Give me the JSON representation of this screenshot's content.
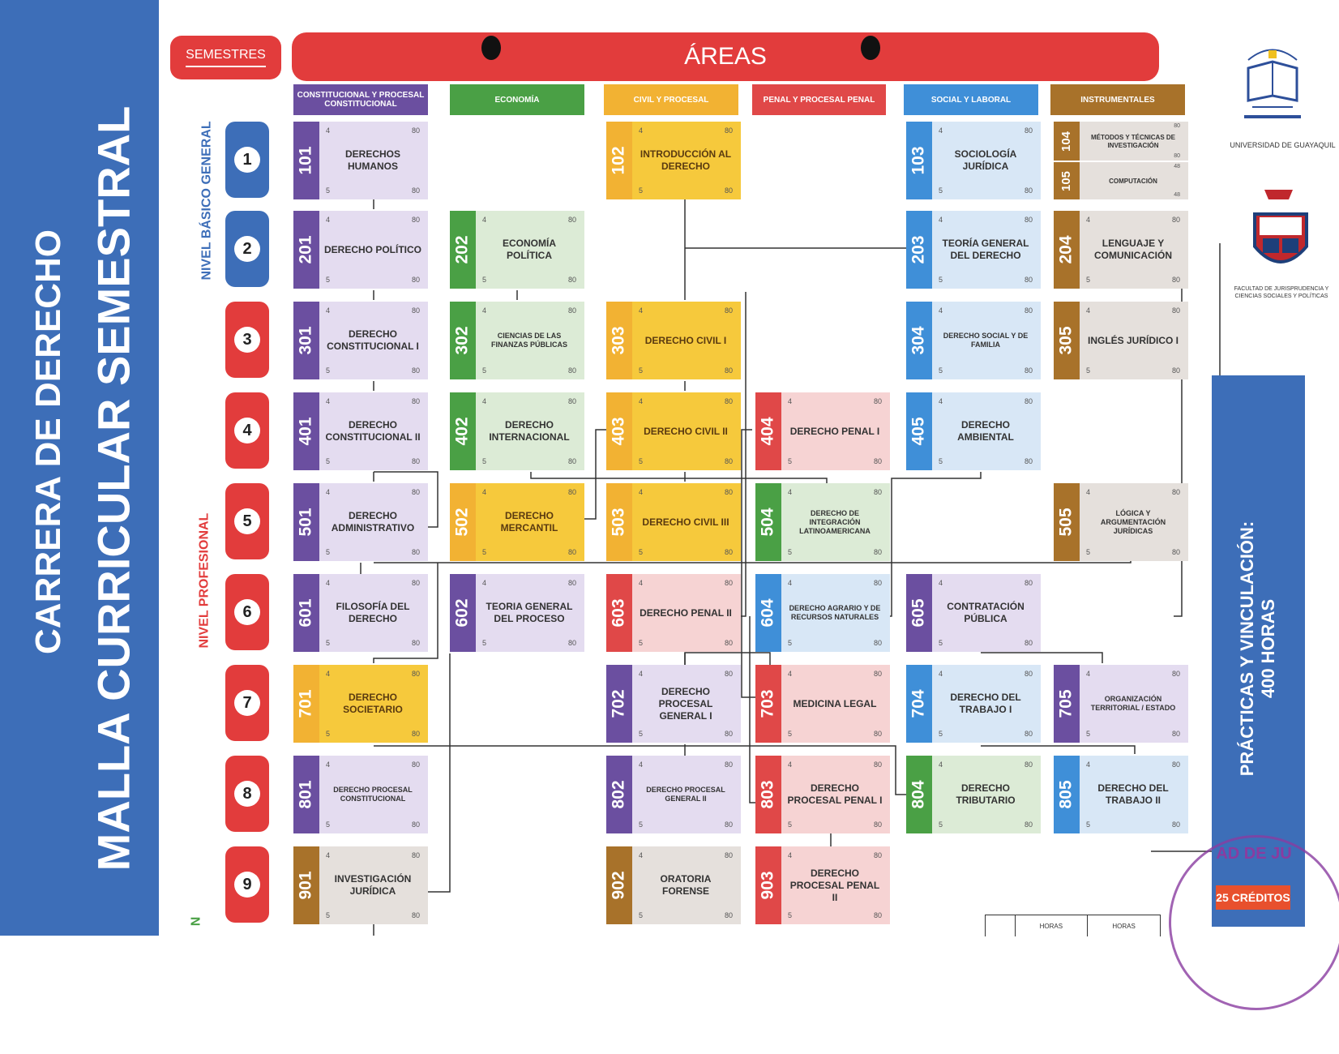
{
  "side": {
    "line1": "CARRERA DE DERECHO",
    "line2": "MALLA CURRICULAR SEMESTRAL"
  },
  "header": {
    "semestres": "SEMESTRES",
    "areas": "ÁREAS"
  },
  "areas": [
    {
      "label": "CONSTITUCIONAL Y PROCESAL CONSTITUCIONAL",
      "color": "#6b4fa0"
    },
    {
      "label": "ECONOMÍA",
      "color": "#4aa045"
    },
    {
      "label": "CIVIL Y PROCESAL",
      "color": "#f2b233"
    },
    {
      "label": "PENAL Y PROCESAL PENAL",
      "color": "#e04848"
    },
    {
      "label": "SOCIAL Y LABORAL",
      "color": "#3f8fd8"
    },
    {
      "label": "INSTRUMENTALES",
      "color": "#a8722a"
    }
  ],
  "semesters": [
    "1",
    "2",
    "3",
    "4",
    "5",
    "6",
    "7",
    "8",
    "9"
  ],
  "levels": {
    "basic": "NIVEL BÁSICO GENERAL",
    "professional": "NIVEL PROFESIONAL",
    "cut": "N"
  },
  "courses": [
    {
      "code": "101",
      "name": "DERECHOS HUMANOS",
      "tl": "4",
      "tr": "80",
      "bl": "5",
      "br": "80"
    },
    {
      "code": "102",
      "name": "INTRODUCCIÓN AL DERECHO",
      "tl": "4",
      "tr": "80",
      "bl": "5",
      "br": "80"
    },
    {
      "code": "103",
      "name": "SOCIOLOGÍA JURÍDICA",
      "tl": "4",
      "tr": "80",
      "bl": "5",
      "br": "80"
    },
    {
      "code": "104",
      "name": "MÉTODOS Y TÉCNICAS DE INVESTIGACIÓN",
      "tl": "",
      "tr": "80",
      "bl": "",
      "br": "80"
    },
    {
      "code": "105",
      "name": "COMPUTACIÓN",
      "tl": "",
      "tr": "48",
      "bl": "",
      "br": "48"
    },
    {
      "code": "201",
      "name": "DERECHO POLÍTICO",
      "tl": "4",
      "tr": "80",
      "bl": "5",
      "br": "80"
    },
    {
      "code": "202",
      "name": "ECONOMÍA POLÍTICA",
      "tl": "4",
      "tr": "80",
      "bl": "5",
      "br": "80"
    },
    {
      "code": "203",
      "name": "TEORÍA GENERAL DEL DERECHO",
      "tl": "4",
      "tr": "80",
      "bl": "5",
      "br": "80"
    },
    {
      "code": "204",
      "name": "LENGUAJE Y COMUNICACIÓN",
      "tl": "4",
      "tr": "80",
      "bl": "5",
      "br": "80"
    },
    {
      "code": "301",
      "name": "DERECHO CONSTITUCIONAL I",
      "tl": "4",
      "tr": "80",
      "bl": "5",
      "br": "80"
    },
    {
      "code": "302",
      "name": "CIENCIAS DE LAS FINANZAS PÚBLICAS",
      "tl": "4",
      "tr": "80",
      "bl": "5",
      "br": "80"
    },
    {
      "code": "303",
      "name": "DERECHO CIVIL I",
      "tl": "4",
      "tr": "80",
      "bl": "5",
      "br": "80"
    },
    {
      "code": "304",
      "name": "DERECHO SOCIAL Y DE FAMILIA",
      "tl": "4",
      "tr": "80",
      "bl": "5",
      "br": "80"
    },
    {
      "code": "305",
      "name": "INGLÉS JURÍDICO I",
      "tl": "4",
      "tr": "80",
      "bl": "5",
      "br": "80"
    },
    {
      "code": "401",
      "name": "DERECHO CONSTITUCIONAL II",
      "tl": "4",
      "tr": "80",
      "bl": "5",
      "br": "80"
    },
    {
      "code": "402",
      "name": "DERECHO INTERNACIONAL",
      "tl": "4",
      "tr": "80",
      "bl": "5",
      "br": "80"
    },
    {
      "code": "403",
      "name": "DERECHO CIVIL II",
      "tl": "4",
      "tr": "80",
      "bl": "5",
      "br": "80"
    },
    {
      "code": "404",
      "name": "DERECHO PENAL I",
      "tl": "4",
      "tr": "80",
      "bl": "5",
      "br": "80"
    },
    {
      "code": "405",
      "name": "DERECHO AMBIENTAL",
      "tl": "4",
      "tr": "80",
      "bl": "5",
      "br": "80"
    },
    {
      "code": "501",
      "name": "DERECHO ADMINISTRATIVO",
      "tl": "4",
      "tr": "80",
      "bl": "5",
      "br": "80"
    },
    {
      "code": "502",
      "name": "DERECHO MERCANTIL",
      "tl": "4",
      "tr": "80",
      "bl": "5",
      "br": "80"
    },
    {
      "code": "503",
      "name": "DERECHO CIVIL III",
      "tl": "4",
      "tr": "80",
      "bl": "5",
      "br": "80"
    },
    {
      "code": "504",
      "name": "DERECHO DE INTEGRACIÓN LATINOAMERICANA",
      "tl": "4",
      "tr": "80",
      "bl": "5",
      "br": "80"
    },
    {
      "code": "505",
      "name": "LÓGICA Y ARGUMENTACIÓN JURÍDICAS",
      "tl": "4",
      "tr": "80",
      "bl": "5",
      "br": "80"
    },
    {
      "code": "601",
      "name": "FILOSOFÍA DEL DERECHO",
      "tl": "4",
      "tr": "80",
      "bl": "5",
      "br": "80"
    },
    {
      "code": "602",
      "name": "TEORIA GENERAL DEL PROCESO",
      "tl": "4",
      "tr": "80",
      "bl": "5",
      "br": "80"
    },
    {
      "code": "603",
      "name": "DERECHO PENAL II",
      "tl": "4",
      "tr": "80",
      "bl": "5",
      "br": "80"
    },
    {
      "code": "604",
      "name": "DERECHO AGRARIO Y DE RECURSOS NATURALES",
      "tl": "4",
      "tr": "80",
      "bl": "5",
      "br": "80"
    },
    {
      "code": "605",
      "name": "CONTRATACIÓN PÚBLICA",
      "tl": "4",
      "tr": "80",
      "bl": "5",
      "br": "80"
    },
    {
      "code": "701",
      "name": "DERECHO SOCIETARIO",
      "tl": "4",
      "tr": "80",
      "bl": "5",
      "br": "80"
    },
    {
      "code": "702",
      "name": "DERECHO PROCESAL GENERAL I",
      "tl": "4",
      "tr": "80",
      "bl": "5",
      "br": "80"
    },
    {
      "code": "703",
      "name": "MEDICINA LEGAL",
      "tl": "4",
      "tr": "80",
      "bl": "5",
      "br": "80"
    },
    {
      "code": "704",
      "name": "DERECHO DEL TRABAJO I",
      "tl": "4",
      "tr": "80",
      "bl": "5",
      "br": "80"
    },
    {
      "code": "705",
      "name": "ORGANIZACIÓN TERRITORIAL / ESTADO",
      "tl": "4",
      "tr": "80",
      "bl": "5",
      "br": "80"
    },
    {
      "code": "801",
      "name": "DERECHO PROCESAL CONSTITUCIONAL",
      "tl": "4",
      "tr": "80",
      "bl": "5",
      "br": "80"
    },
    {
      "code": "802",
      "name": "DERECHO PROCESAL GENERAL II",
      "tl": "4",
      "tr": "80",
      "bl": "5",
      "br": "80"
    },
    {
      "code": "803",
      "name": "DERECHO PROCESAL PENAL I",
      "tl": "4",
      "tr": "80",
      "bl": "5",
      "br": "80"
    },
    {
      "code": "804",
      "name": "DERECHO TRIBUTARIO",
      "tl": "4",
      "tr": "80",
      "bl": "5",
      "br": "80"
    },
    {
      "code": "805",
      "name": "DERECHO DEL TRABAJO II",
      "tl": "4",
      "tr": "80",
      "bl": "5",
      "br": "80"
    },
    {
      "code": "901",
      "name": "INVESTIGACIÓN JURÍDICA",
      "tl": "4",
      "tr": "80",
      "bl": "5",
      "br": "80"
    },
    {
      "code": "902",
      "name": "ORATORIA FORENSE",
      "tl": "4",
      "tr": "80",
      "bl": "5",
      "br": "80"
    },
    {
      "code": "903",
      "name": "DERECHO PROCESAL PENAL II",
      "tl": "4",
      "tr": "80",
      "bl": "5",
      "br": "80"
    }
  ],
  "practice": {
    "title": "PRÁCTICAS Y VINCULACIÓN:",
    "hours": "400 HORAS",
    "credits": "25 CRÉDITOS"
  },
  "logos": {
    "university": "UNIVERSIDAD DE GUAYAQUIL",
    "faculty": "FACULTAD DE JURISPRUDENCIA Y CIENCIAS SOCIALES Y POLÍTICAS"
  },
  "hours_table": {
    "c1": "HORAS",
    "c2": "HORAS"
  },
  "seal": {
    "text": "AD DE JU"
  }
}
